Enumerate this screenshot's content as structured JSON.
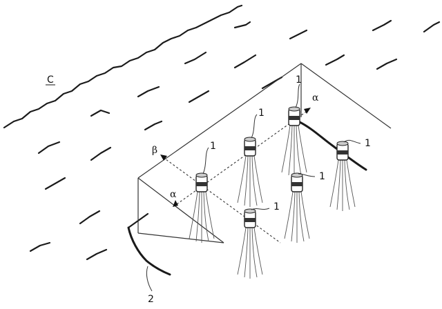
{
  "labels": {
    "coast": "C",
    "rope_ref": "2",
    "device_ref": "1",
    "alpha": "α",
    "beta": "β"
  }
}
